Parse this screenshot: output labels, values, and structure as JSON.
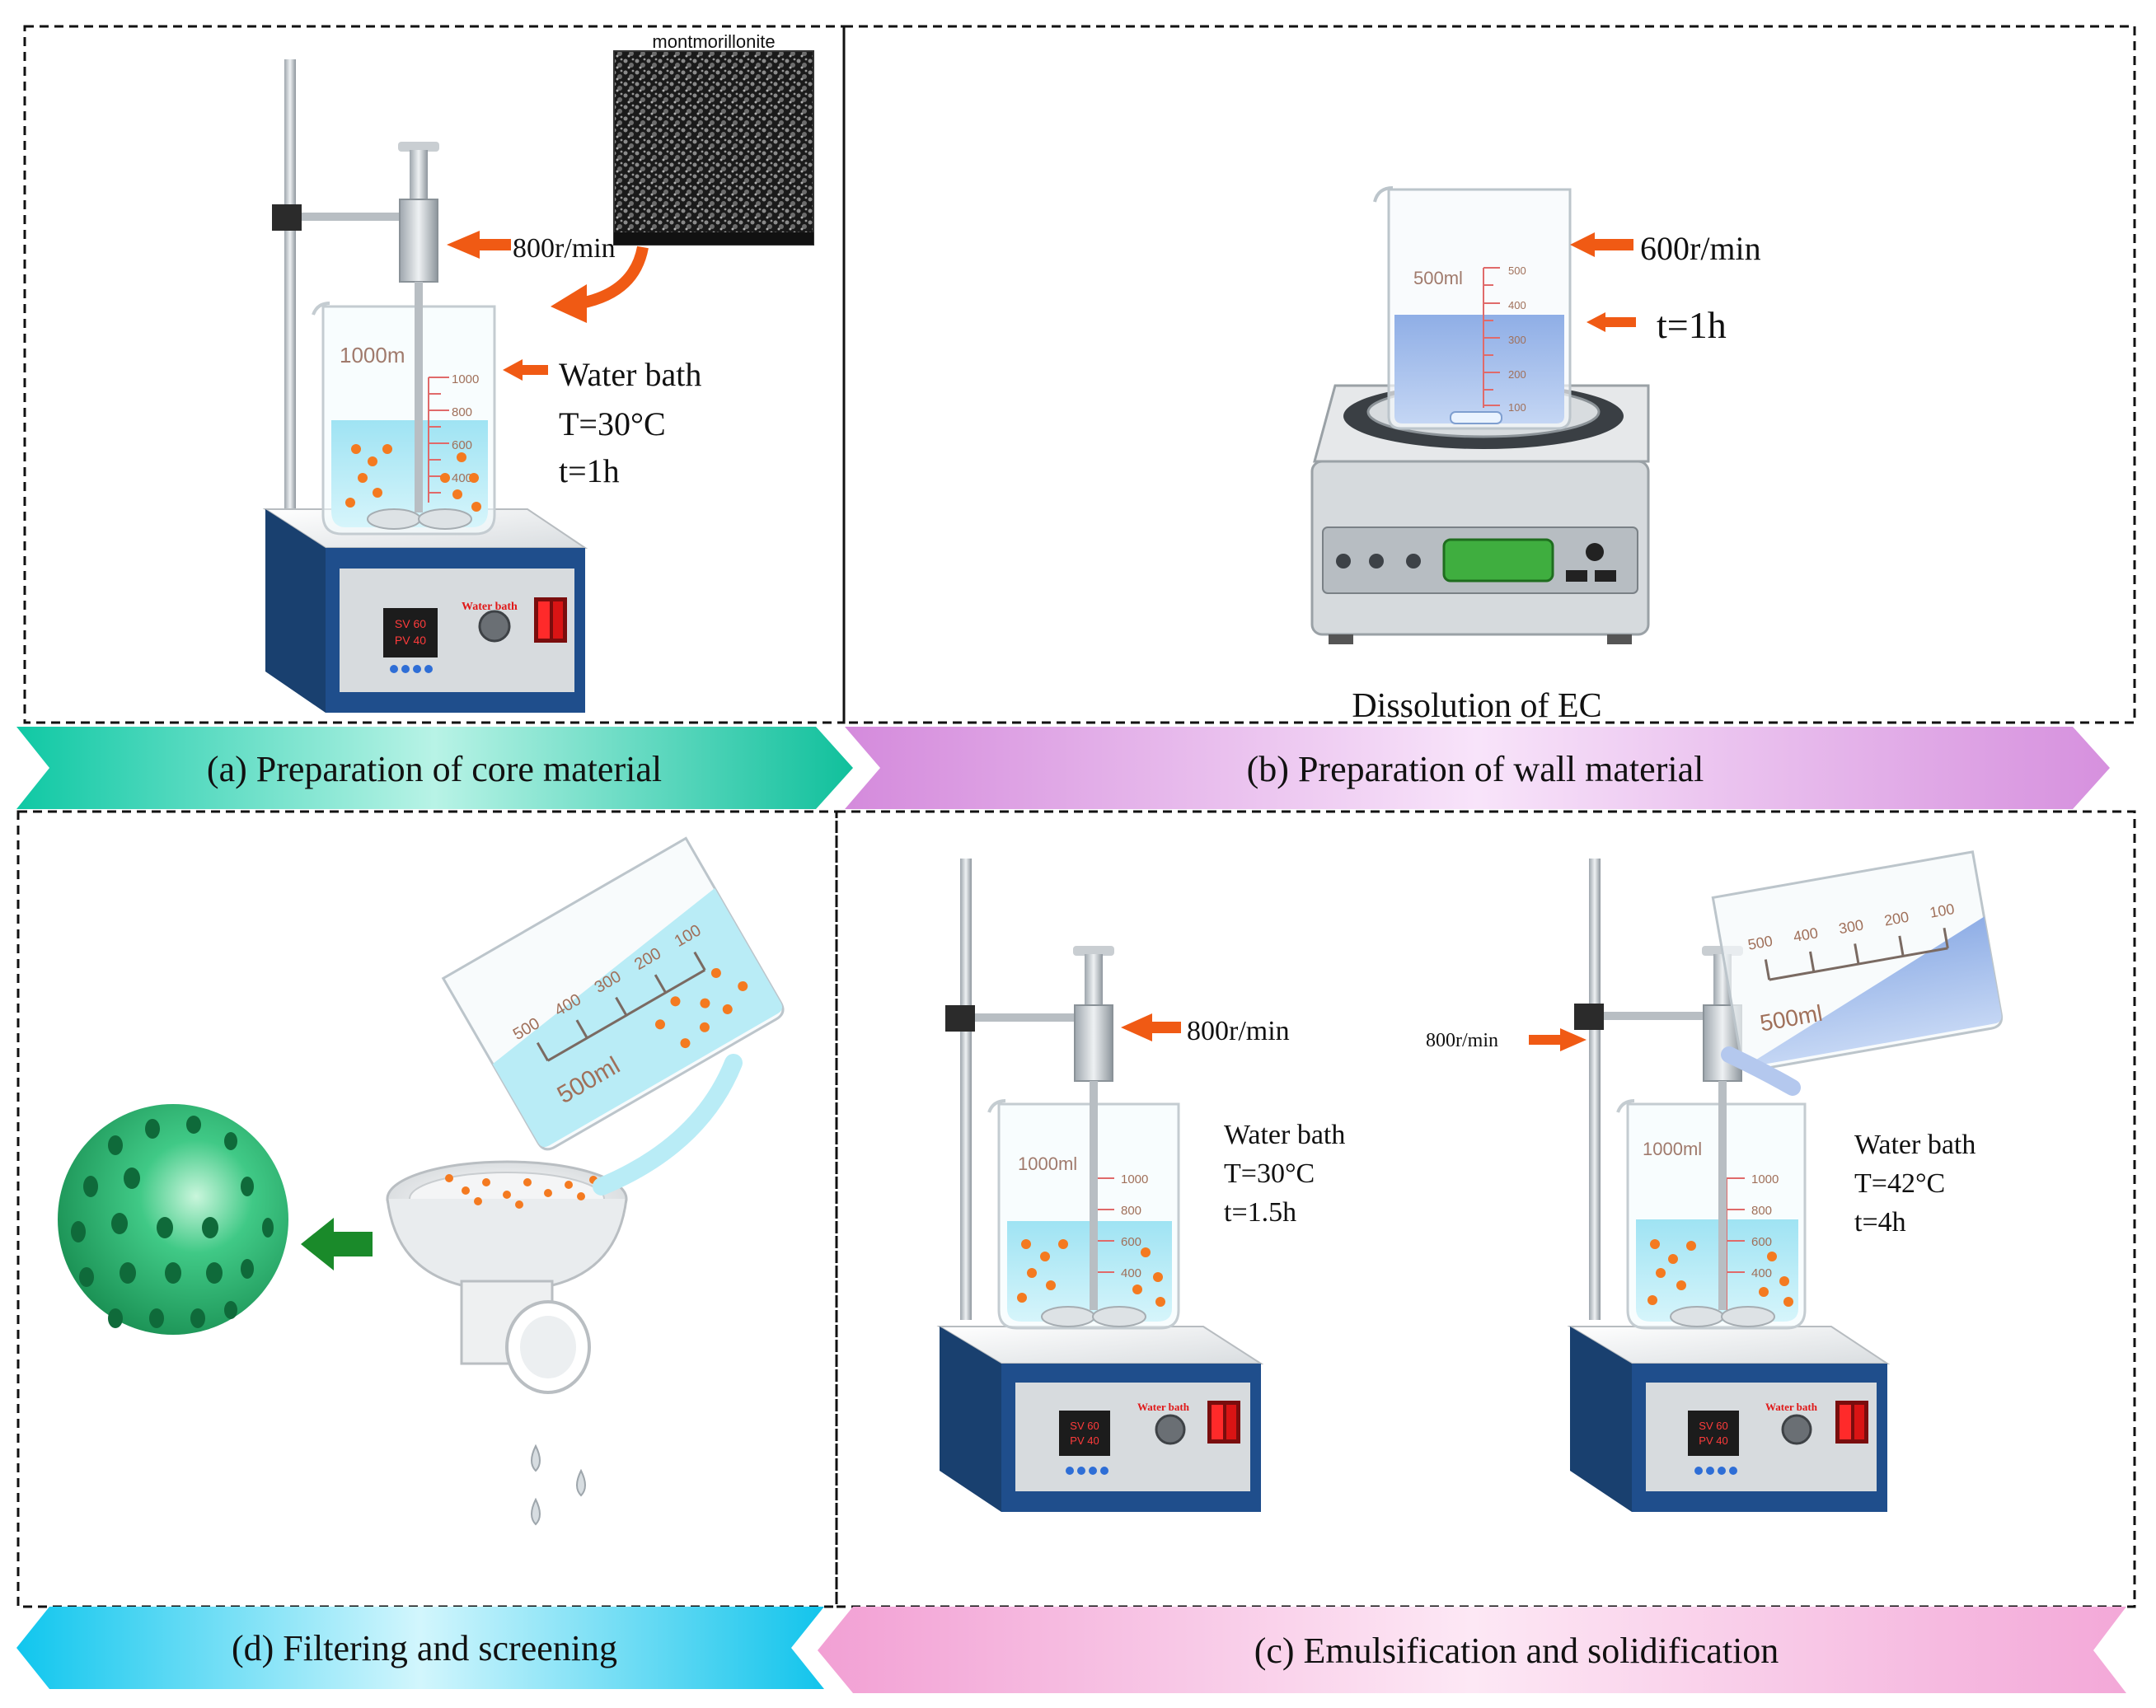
{
  "panels": {
    "a": {
      "banner": "(a) Preparation of core material",
      "inset_label": "montmorillonite",
      "speed": "800r/min",
      "cond_line1": "Water bath",
      "cond_line2": "T=30°C",
      "cond_line3": "t=1h",
      "beaker_label": "1000m",
      "ticks": [
        "1000",
        "800",
        "600",
        "400"
      ],
      "display_sv": "SV 60",
      "display_pv": "PV 40",
      "device_label": "Water bath"
    },
    "b": {
      "banner": "(b) Preparation of wall material",
      "speed": "600r/min",
      "time": "t=1h",
      "caption": "Dissolution of EC",
      "beaker_label": "500ml",
      "ticks": [
        "500",
        "400",
        "300",
        "200",
        "100"
      ]
    },
    "c": {
      "banner": "(c) Emulsification and solidification",
      "left": {
        "speed": "800r/min",
        "cond_line1": "Water bath",
        "cond_line2": "T=30°C",
        "cond_line3": "t=1.5h",
        "beaker_label": "1000ml",
        "ticks": [
          "1000",
          "800",
          "600",
          "400"
        ]
      },
      "right": {
        "speed": "800r/min",
        "cond_line1": "Water bath",
        "cond_line2": "T=42°C",
        "cond_line3": "t=4h",
        "beaker_label": "1000ml",
        "ticks": [
          "1000",
          "800",
          "600",
          "400"
        ],
        "pour_label": "500ml",
        "pour_ticks": [
          "500",
          "400",
          "300",
          "200",
          "100"
        ]
      },
      "display_sv": "SV 60",
      "display_pv": "PV 40",
      "device_label": "Water bath"
    },
    "d": {
      "banner": "(d) Filtering and screening",
      "pour_label": "500ml",
      "pour_ticks": [
        "500",
        "400",
        "300",
        "200",
        "100"
      ]
    }
  },
  "colors": {
    "banner_a": "#12c9a6",
    "banner_b": "#d98fe0",
    "banner_c": "#f2a6d6",
    "banner_d": "#12c8ee",
    "arrow": "#f05a14",
    "green_arrow": "#1a8a2a",
    "particle": "#f47a20",
    "water": "#b9ecf6",
    "device_blue": "#1f4e8c",
    "sphere": "#2fb873"
  }
}
